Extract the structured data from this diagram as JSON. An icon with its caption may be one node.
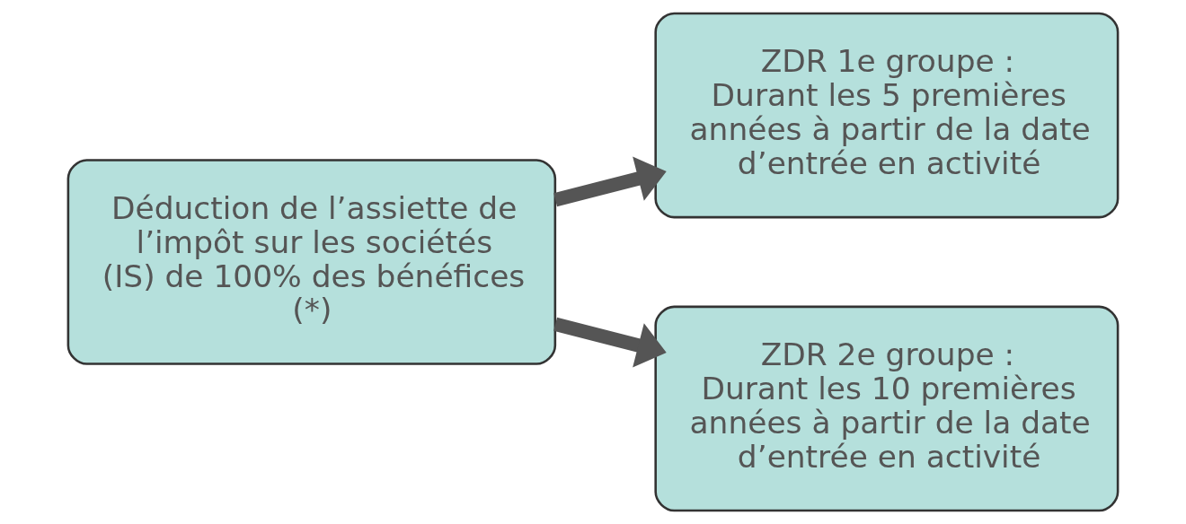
{
  "diagram": {
    "nodes": [
      {
        "text": [
          "Déduction de l’assiette de l’impôt sur les sociétés (IS) de 100% des bénéfices (*)"
        ]
      },
      {
        "text": [
          "ZDR 1e groupe :",
          "Durant les 5 premières années à partir de la date d’entrée en activité"
        ]
      },
      {
        "text": [
          "ZDR 2e groupe :",
          "Durant les 10 premières années à partir de la date d’entrée en activité"
        ]
      }
    ],
    "edges": [
      {
        "from": 0,
        "to": 1,
        "arrow": "to"
      },
      {
        "from": 0,
        "to": 2,
        "arrow": "to"
      }
    ]
  }
}
